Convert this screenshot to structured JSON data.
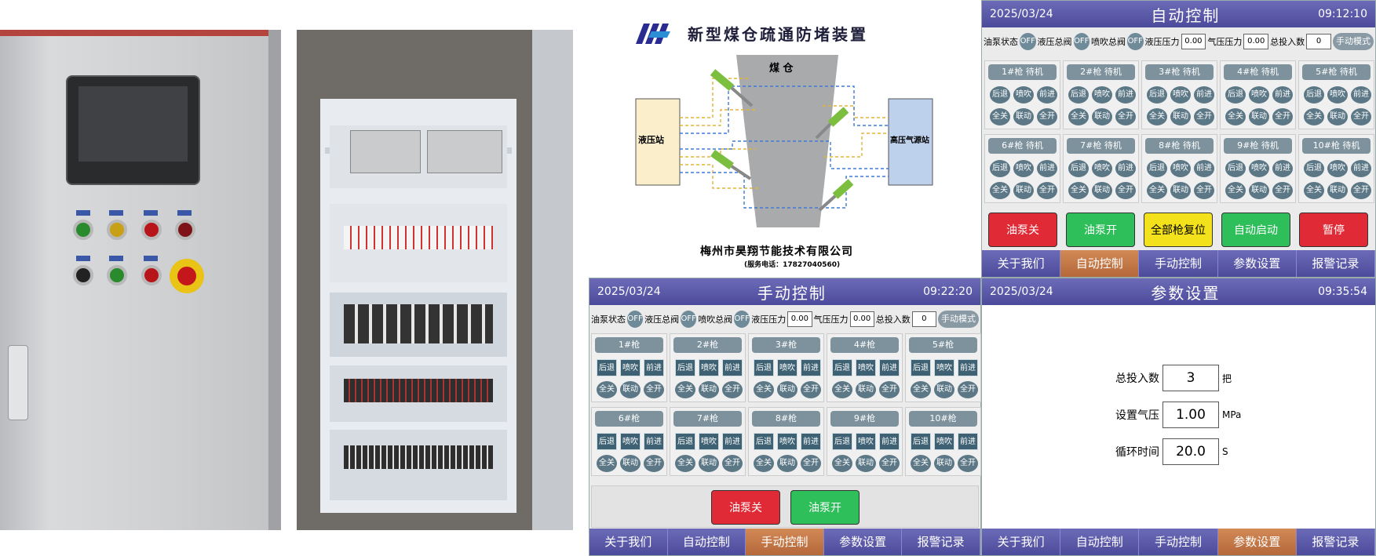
{
  "diagram": {
    "title": "新型煤仓疏通防堵装置",
    "bin_label": "煤 仓",
    "hydraulic_label": "液压站",
    "air_label": "高压气源站",
    "company": "梅州市昊翔节能技术有限公司",
    "phone": "(服务电话：17827040560)"
  },
  "auto": {
    "date": "2025/03/24",
    "title": "自动控制",
    "time": "09:12:10",
    "status": {
      "pump_label": "油泵状态",
      "pump": "OFF",
      "hyd_label": "液压总阀",
      "hyd": "OFF",
      "blow_label": "喷吹总阀",
      "blow": "OFF",
      "hp_label": "液压压力",
      "hp": "0.00",
      "ap_label": "气压压力",
      "ap": "0.00",
      "count_label": "总投入数",
      "count": "0",
      "mode": "手动模式"
    },
    "guns": [
      "1#枪 待机",
      "2#枪 待机",
      "3#枪 待机",
      "4#枪 待机",
      "5#枪 待机",
      "6#枪 待机",
      "7#枪 待机",
      "8#枪 待机",
      "9#枪 待机",
      "10#枪 待机"
    ],
    "gun_btns_row1": [
      "后退",
      "喷吹",
      "前进"
    ],
    "gun_btns_row2": [
      "全关",
      "联动",
      "全开"
    ],
    "big_btns": [
      "油泵关",
      "油泵开",
      "全部枪复位",
      "自动启动",
      "暂停"
    ]
  },
  "manual": {
    "date": "2025/03/24",
    "title": "手动控制",
    "time": "09:22:20",
    "status": {
      "pump_label": "油泵状态",
      "pump": "OFF",
      "hyd_label": "液压总阀",
      "hyd": "OFF",
      "blow_label": "喷吹总阀",
      "blow": "OFF",
      "hp_label": "液压压力",
      "hp": "0.00",
      "ap_label": "气压压力",
      "ap": "0.00",
      "count_label": "总投入数",
      "count": "0",
      "mode": "手动模式"
    },
    "guns": [
      "1#枪",
      "2#枪",
      "3#枪",
      "4#枪",
      "5#枪",
      "6#枪",
      "7#枪",
      "8#枪",
      "9#枪",
      "10#枪"
    ],
    "gun_btns_row1": [
      "后退",
      "喷吹",
      "前进"
    ],
    "gun_btns_row2": [
      "全关",
      "联动",
      "全开"
    ],
    "big_btns": [
      "油泵关",
      "油泵开"
    ]
  },
  "params": {
    "date": "2025/03/24",
    "title": "参数设置",
    "time": "09:35:54",
    "fields": [
      {
        "label": "总投入数",
        "value": "3",
        "unit": "把"
      },
      {
        "label": "设置气压",
        "value": "1.00",
        "unit": "MPa"
      },
      {
        "label": "循环时间",
        "value": "20.0",
        "unit": "S"
      }
    ]
  },
  "nav": [
    "关于我们",
    "自动控制",
    "手动控制",
    "参数设置",
    "报警记录"
  ],
  "colors": {
    "header": "#5b59a8",
    "active_tab": "#c4774a",
    "red_btn": "#e02a36",
    "green_btn": "#2fbf5a",
    "yellow_btn": "#f2e11b"
  }
}
